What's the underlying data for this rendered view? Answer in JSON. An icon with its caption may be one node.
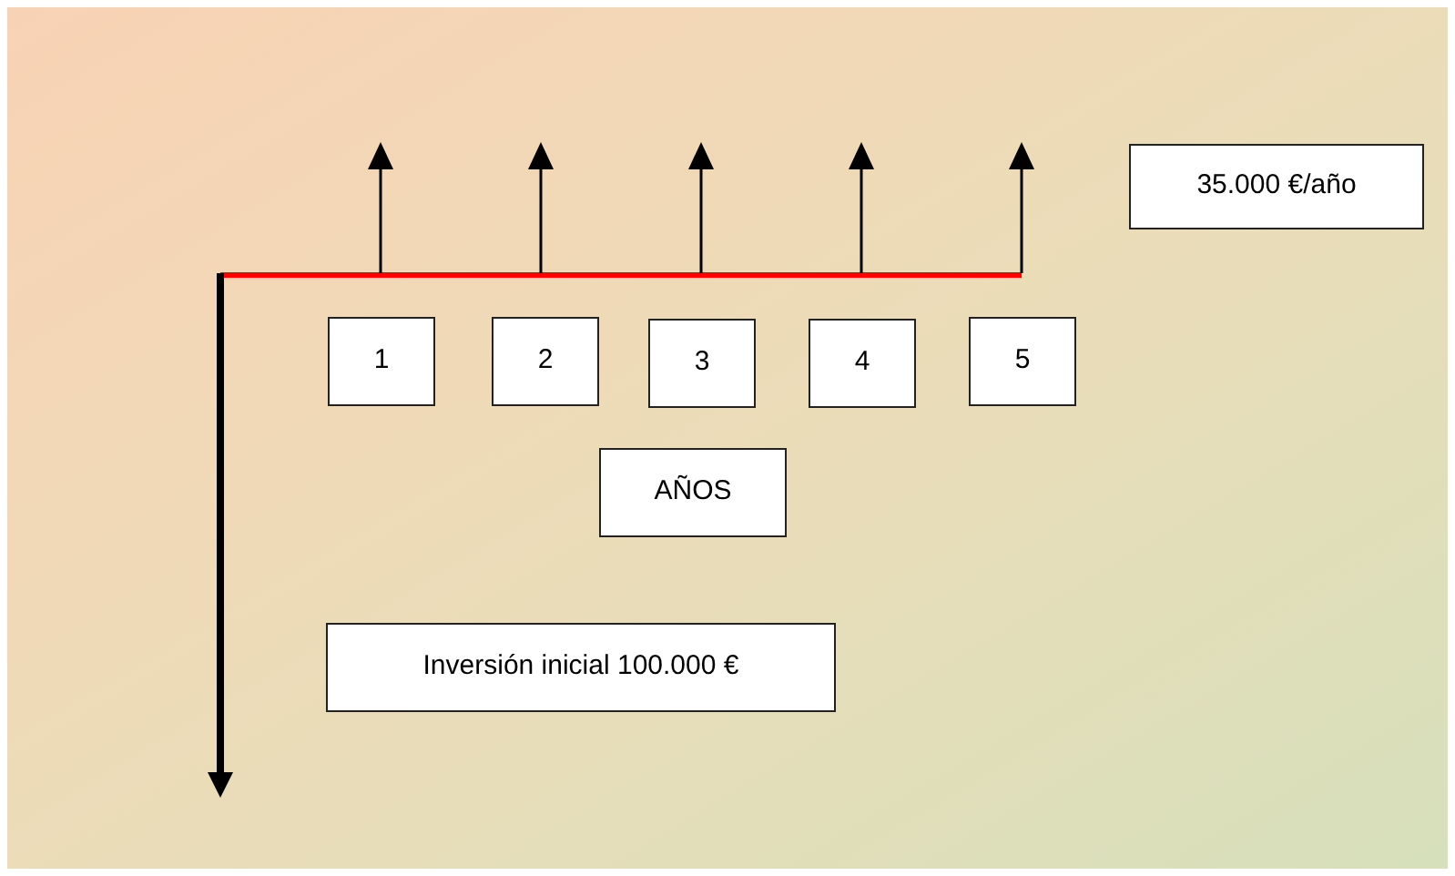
{
  "diagram": {
    "nodes": [
      {
        "text": [
          "35.000 €/año"
        ]
      },
      {
        "text": [
          "1"
        ]
      },
      {
        "text": [
          "2"
        ]
      },
      {
        "text": [
          "3"
        ]
      },
      {
        "text": [
          "4"
        ]
      },
      {
        "text": [
          "5"
        ]
      },
      {
        "text": [
          "AÑOS"
        ]
      },
      {
        "text": [
          "Inversión inicial 100.000 €"
        ]
      }
    ]
  }
}
